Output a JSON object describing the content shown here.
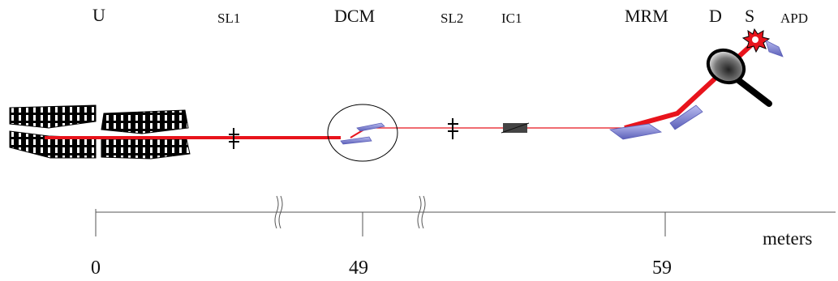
{
  "components": {
    "undulator": "U",
    "slit1": "SL1",
    "monochromator": "DCM",
    "slit2": "SL2",
    "ion_chamber": "IC1",
    "mirror": "MRM",
    "detector": "D",
    "sample": "S",
    "apd": "APD"
  },
  "scale": {
    "ticks": [
      "0",
      "49",
      "59"
    ],
    "unit": "meters"
  },
  "colors": {
    "beam": "#e8141c",
    "optics": "#8a8ed6",
    "magnets": "#000000"
  }
}
